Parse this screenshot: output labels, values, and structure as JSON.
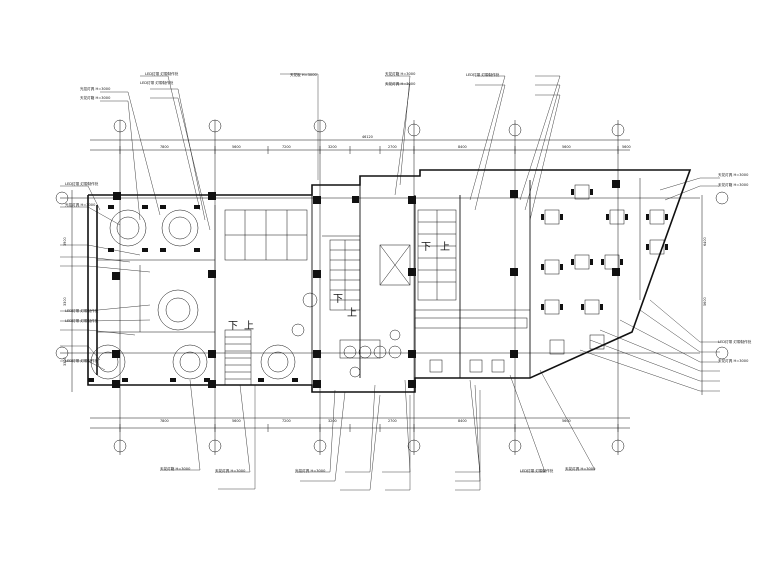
{
  "annotations": [
    "LED灯带 灯带制作处",
    "光控灯具 H=3000",
    "天花灯箱 H=3000",
    "LED灯带 灯带制作处",
    "天花板 H=3000",
    "LED灯带 灯带制作处",
    "天花灯箱 H=3000",
    "天花灯具 H=3000",
    "LED灯带 灯带制作处",
    "LED灯带 灯带制作处",
    "光控灯具 H=3000",
    "LED灯带 灯带制作处",
    "LED灯带 灯带制作处",
    "天花灯具 H=3000",
    "天花灯箱 H=3000",
    "LED灯带 灯带制作处",
    "天花灯具 H=3000",
    "天花灯箱 H=3000",
    "天花灯具 H=3000",
    "光控灯具 H=3000",
    "LED灯带 灯带制作处",
    "天花灯具 H=3000"
  ],
  "stair_labels": [
    "下",
    "上",
    "下",
    "上",
    "下",
    "上"
  ],
  "total_dimension": "46120",
  "top_dimensions": [
    "7800",
    "5600",
    "7200",
    "3200",
    "2700",
    "8400",
    "5600",
    "5600"
  ],
  "bottom_dimensions": [
    "7800",
    "5600",
    "7200",
    "3200",
    "2700",
    "8400",
    "5600"
  ],
  "left_dimensions": [
    "3900",
    "3300",
    "3300"
  ],
  "right_dimensions": [
    "6400",
    "5600"
  ]
}
